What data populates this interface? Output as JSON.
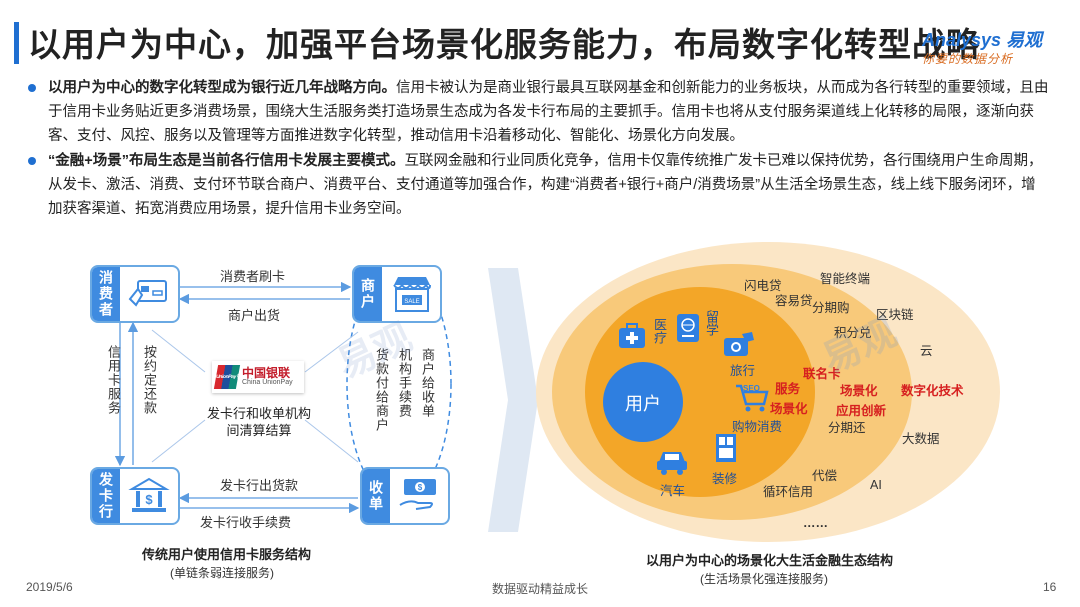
{
  "header": {
    "title": "以用户为中心，加强平台场景化服务能力，布局数字化转型战略",
    "logo_brand": "Analysys 易观",
    "logo_slogan": "你要的数据分析"
  },
  "bullets": [
    {
      "bold": "以用户为中心的数字化转型成为银行近几年战略方向。",
      "text": "信用卡被认为是商业银行最具互联网基金和创新能力的业务板块，从而成为各行转型的重要领域，且由于信用卡业务贴近更多消费场景，围绕大生活服务类打造场景生态成为各发卡行布局的主要抓手。信用卡也将从支付服务渠道线上化转移的局限，逐渐向获客、支付、风控、服务以及管理等方面推进数字化转型，推动信用卡沿着移动化、智能化、场景化方向发展。"
    },
    {
      "bold": "“金融+场景”布局生态是当前各行信用卡发展主要模式。",
      "text": "互联网金融和行业同质化竞争，信用卡仅靠传统推广发卡已难以保持优势，各行围绕用户生命周期，从发卡、激活、消费、支付环节联合商户、消费平台、支付通道等加强合作，构建“消费者+银行+商户/消费场景”从生活全场景生态，线上线下服务闭环，增加获客渠道、拓宽消费应用场景，提升信用卡业务空间。"
    }
  ],
  "left_diagram": {
    "nodes": {
      "consumer": "消费者",
      "merchant": "商户",
      "issuer": "发卡行",
      "acquirer": "收单"
    },
    "icons": {
      "consumer": "card-swipe-icon",
      "merchant": "storefront-icon",
      "issuer": "bank-icon",
      "acquirer": "cash-hand-icon",
      "unionpay": "unionpay-logo"
    },
    "flows": {
      "consumer_to_merchant": "消费者刷卡",
      "merchant_to_consumer": "商户出货",
      "credit_service": "信用卡服务",
      "repay": "按约定还款",
      "goods_pay": "货款付给商户",
      "fee_org": "机构手续费",
      "merchant_pay_bill": "商户给收单",
      "issuer_goods_pay": "发卡行出货款",
      "issuer_fee": "发卡行收手续费"
    },
    "center": {
      "unionpay_cn": "中国银联",
      "unionpay_en": "China UnionPay",
      "unionpay_mark": "UnionPay 银联",
      "clearing": "发卡行和收单机构间清算结算"
    },
    "caption": "传统用户使用信用卡服务结构",
    "subcaption": "(单链条弱连接服务)"
  },
  "right_diagram": {
    "center": "用户",
    "inner_items": [
      "医疗",
      "留学",
      "旅行",
      "购物消费",
      "汽车",
      "装修"
    ],
    "inner_icons": [
      "medical-kit-icon",
      "passport-icon",
      "camera-icon",
      "cart-icon",
      "car-icon",
      "door-icon"
    ],
    "red_inner": [
      "服务",
      "场景化"
    ],
    "red_middle": [
      "联名卡",
      "场景化",
      "应用创新"
    ],
    "red_outer": "数字化技术",
    "middle_items": [
      "闪电贷",
      "容易贷",
      "分期购",
      "积分兑",
      "分期还",
      "代偿",
      "循环信用",
      "……"
    ],
    "outer_items": [
      "智能终端",
      "区块链",
      "云",
      "大数据",
      "AI"
    ],
    "caption": "以用户为中心的场景化大生活金融生态结构",
    "subcaption": "(生活场景化强连接服务)"
  },
  "watermark": "易观",
  "footer": {
    "date": "2019/5/6",
    "center": "数据驱动精益成长",
    "page": "16"
  },
  "colors": {
    "accent": "#1f6fd1",
    "box_label": "#3f8be0",
    "outer_ring": "#fbe6c6",
    "middle_ring": "#f8c97a",
    "inner_ring": "#f3a628",
    "core": "#2f7fe0",
    "red_text": "#d62020"
  }
}
